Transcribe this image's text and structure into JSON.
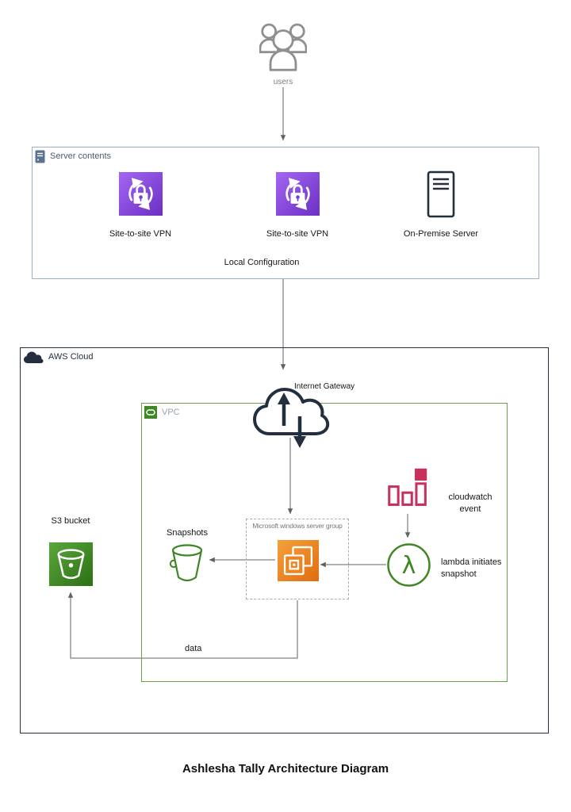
{
  "diagram_title": "Ashlesha Tally Architecture Diagram",
  "users": {
    "label": "users"
  },
  "server_contents": {
    "title": "Server contents",
    "vpn_left_label": "Site-to-site VPN",
    "vpn_right_label": "Site-to-site VPN",
    "on_premise_label": "On-Premise Server",
    "footer_label": "Local Configuration"
  },
  "aws_cloud": {
    "title": "AWS Cloud"
  },
  "internet_gateway": {
    "label": "Internet Gateway"
  },
  "vpc": {
    "title": "VPC",
    "windows_group_label": "Microsoft windows server group",
    "snapshots_label": "Snapshots",
    "cloudwatch_label": "cloudwatch event",
    "lambda_label": "lambda initiates snapshot",
    "lambda_symbol": "λ",
    "data_label": "data"
  },
  "s3": {
    "label": "S3 bucket"
  },
  "icons": {
    "users": "people-group",
    "server_contents": "server-rect",
    "vpn": "lock-with-rotation-arrows",
    "on_premise": "server-tower-outline",
    "aws_cloud": "solid-cloud",
    "internet_gateway": "cloud-with-up-down-arrows",
    "vpc": "green-frame",
    "ec2": "instances-chip",
    "snapshots": "bucket-outline",
    "s3": "bucket-solid-green",
    "cloudwatch": "metric-bars",
    "lambda": "lambda-circle"
  },
  "colors": {
    "vpn_purple_light": "#A466F2",
    "vpn_purple_dark": "#6B2FC4",
    "ec2_orange_light": "#F4A13C",
    "ec2_orange_dark": "#E06D10",
    "s3_green_light": "#5CA63C",
    "s3_green_dark": "#2B7015",
    "lambda_green": "#3F8624",
    "cloudwatch_pink": "#C9305C",
    "aws_navy": "#232F3E",
    "vpc_border_green": "#6CA24D",
    "server_contents_border": "#9DAFC4",
    "connector_gray": "#616161"
  }
}
